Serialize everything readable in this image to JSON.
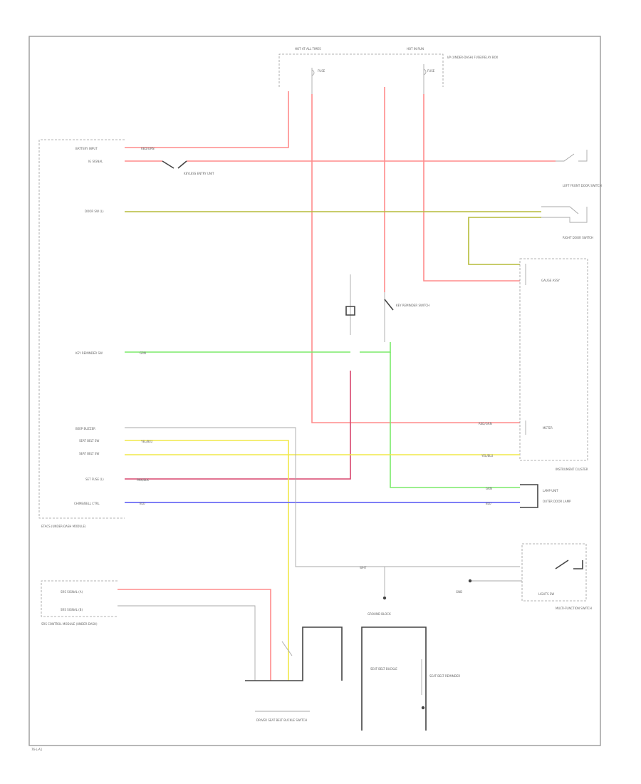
{
  "colors": {
    "red": "#ff8c8c",
    "darkred": "#d9466e",
    "olive": "#b5bc3a",
    "yellow": "#f0e84a",
    "green": "#7bea6a",
    "blue": "#6c6cf5",
    "gray": "#a8a8a8",
    "frame": "#9a9a9a"
  },
  "labels": {
    "hot_at_all_times": "HOT AT ALL TIMES",
    "hot_in_run": "HOT IN RUN",
    "fuse_top_a": "FUSE",
    "fuse_top_b": "FUSE",
    "fuse_box_note": "I/P (UNDER-DASH) FUSE/RELAY BOX",
    "battery_input": "BATTERY INPUT",
    "ig_signal": "IG SIGNAL",
    "keyless_unit": "KEYLESS ENTRY UNIT",
    "door_sw": "DOOR SW (L)",
    "left_front_door_sw": "LEFT FRONT DOOR SWITCH",
    "right_door_sw": "RIGHT DOOR SWITCH",
    "key_reminder": "KEY REMINDER SW",
    "seatbelt_sw": "SEAT BELT REMINDER",
    "key_reminder_sw_label": "KEY REMINDER SWITCH",
    "beep_buzzer": "BEEP BUZZER",
    "seat_belt_sw_1": "SEAT BELT SW",
    "seat_belt_sw_2": "SEAT BELT SW",
    "set_fuse": "SET FUSE (L)",
    "chime_bell": "CHIME/BELL CTRL",
    "module_label": "ETACS (UNDER-DASH MODULE)",
    "gauge_label": "GAUGE ASSY",
    "meter_label": "METER",
    "instrument_cluster": "INSTRUMENT CLUSTER",
    "lamp_unit": "LAMP UNIT",
    "outer_door": "OUTER DOOR LAMP",
    "multi_function_sw": "MULTI-FUNCTION SWITCH",
    "lights_sw": "LIGHTS SW",
    "ground_block": "GROUND BLOCK",
    "srs_sig_1": "SRS SIGNAL (A)",
    "srs_sig_2": "SRS SIGNAL (B)",
    "srs_unit": "SRS CONTROL MODULE (UNDER-DASH)",
    "driver_belt_buckle": "DRIVER SEAT BELT BUCKLE SWITCH",
    "seat_belt_buckle_ctrl": "SEAT BELT BUCKLE",
    "at_ground": "GND",
    "footer_code": "76-L-A1",
    "wire_red": "RED/GRN",
    "wire_yellow": "YEL/BLU",
    "wire_green": "GRN",
    "wire_blue": "BLU",
    "wire_white": "WHT",
    "wire_pink": "PNK/BLK"
  }
}
